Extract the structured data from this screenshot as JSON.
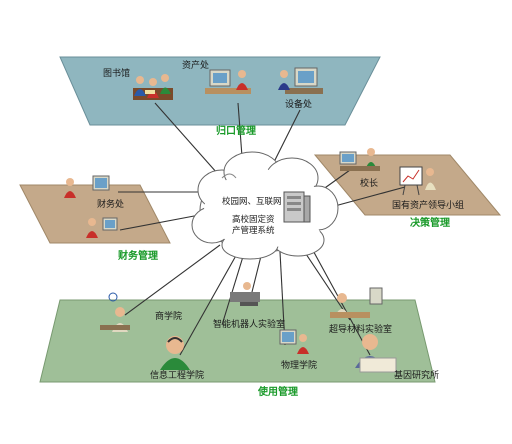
{
  "cloud": {
    "network": "校园网、互联网",
    "system_line1": "高校固定资",
    "system_line2": "产管理系统"
  },
  "groups": {
    "guikou": {
      "title": "归口管理",
      "nodes": {
        "library": "图书馆",
        "assets_office": "资产处",
        "equipment_office": "设备处"
      }
    },
    "juece": {
      "title": "决策管理",
      "nodes": {
        "president": "校长",
        "state_assets_group": "国有资产领导小组"
      }
    },
    "caiwu": {
      "title": "财务管理",
      "nodes": {
        "finance_office": "财务处"
      }
    },
    "shiyong": {
      "title": "使用管理",
      "nodes": {
        "business_school": "商学院",
        "robot_lab": "智能机器人实验室",
        "superconductor_lab": "超导材料实验室",
        "it_school": "信息工程学院",
        "physics_school": "物理学院",
        "gene_institute": "基因研究所"
      }
    }
  },
  "colors": {
    "guikou_plane": "#8fb6bf",
    "juece_plane": "#c4a98a",
    "caiwu_plane": "#c4a98a",
    "shiyong_plane": "#9fbf98",
    "group_title": "#1a9a2a"
  }
}
